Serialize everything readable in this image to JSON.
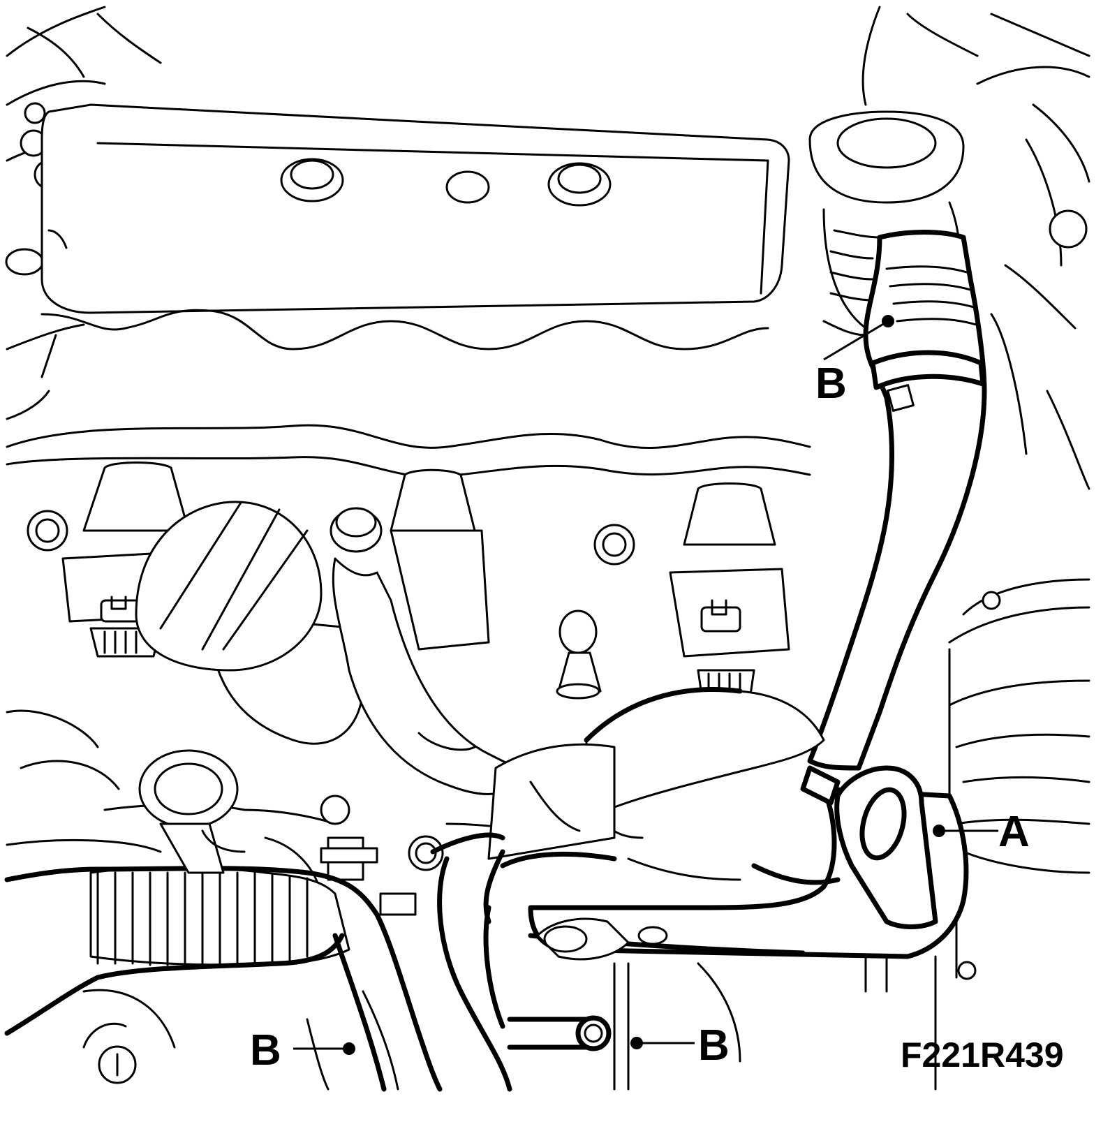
{
  "diagram": {
    "callouts": {
      "a_right": "A",
      "b_top": "B",
      "b_bottom_left": "B",
      "b_bottom_center": "B"
    },
    "figure_code": "F221R439"
  }
}
